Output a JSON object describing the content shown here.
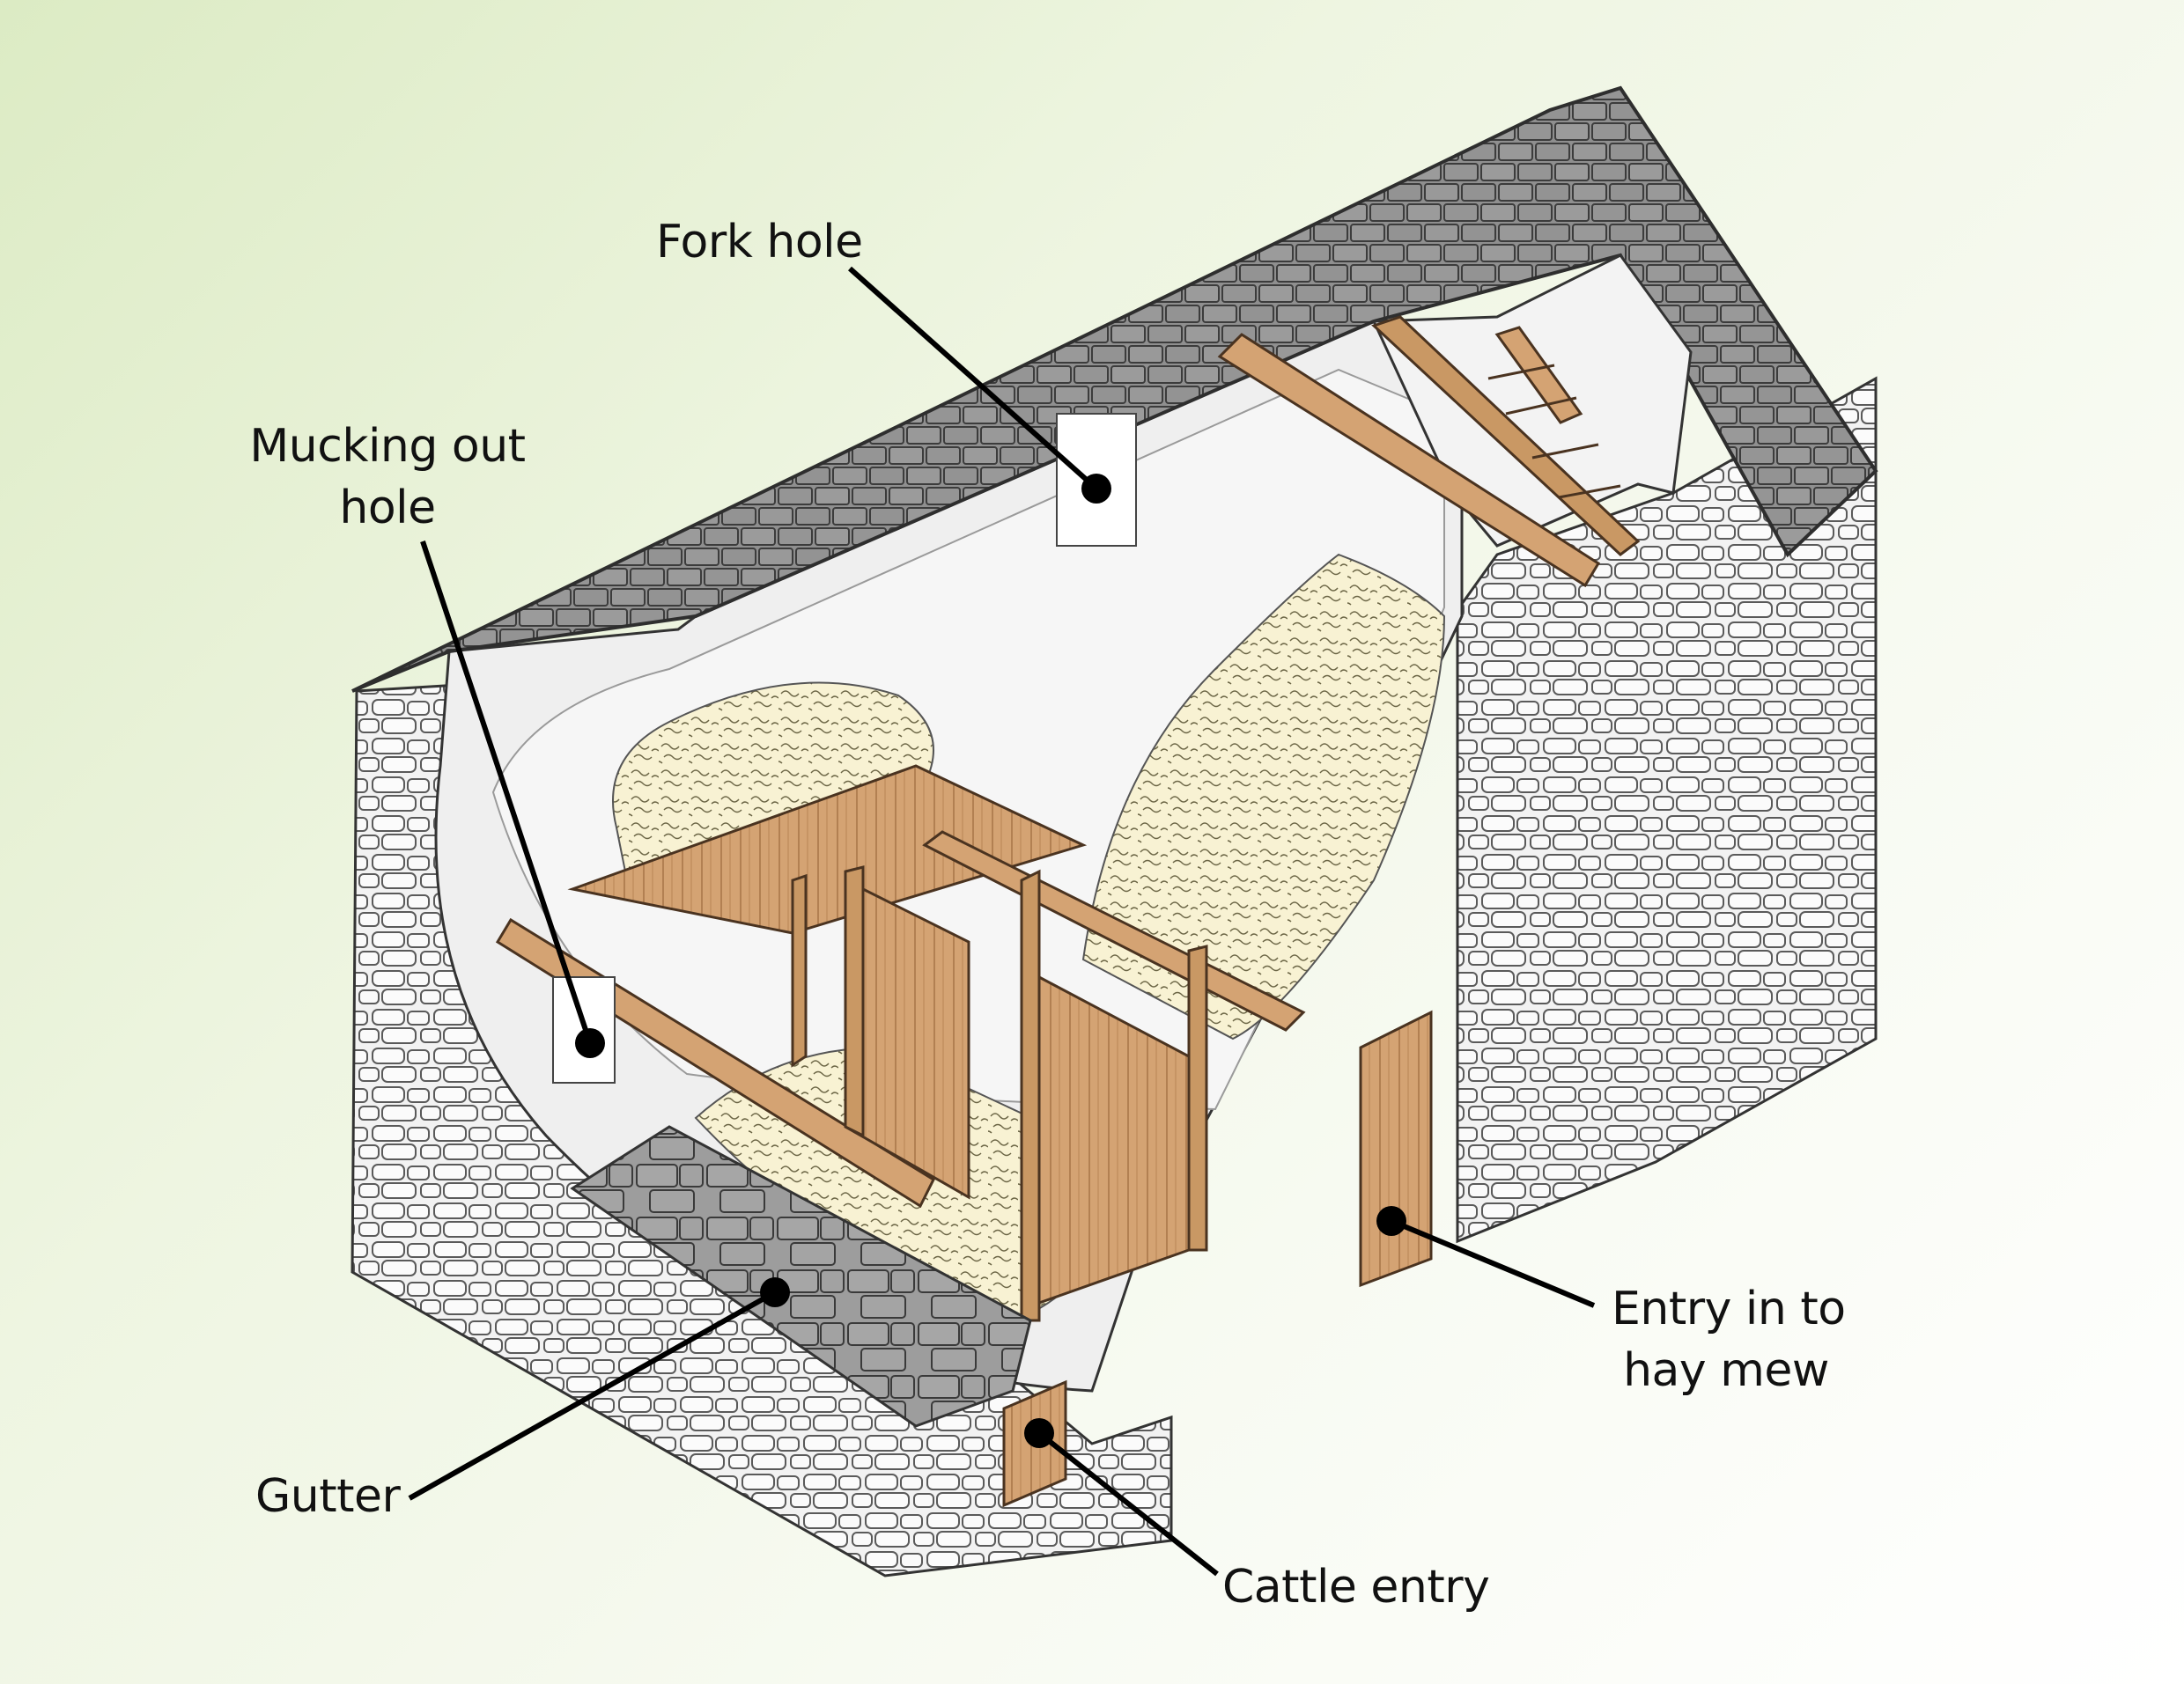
{
  "labels": {
    "fork_hole": "Fork hole",
    "mucking_out_hole_line1": "Mucking out",
    "mucking_out_hole_line2": "hole",
    "entry_hay_mew_line1": "Entry in to",
    "entry_hay_mew_line2": "hay mew",
    "gutter": "Gutter",
    "cattle_entry": "Cattle entry"
  },
  "colors": {
    "roof_slate": "#8e8e8e",
    "wall_stone": "#f1f1f1",
    "timber": "#d2a072",
    "hay": "#f6f0cf",
    "callout": "#000000"
  }
}
